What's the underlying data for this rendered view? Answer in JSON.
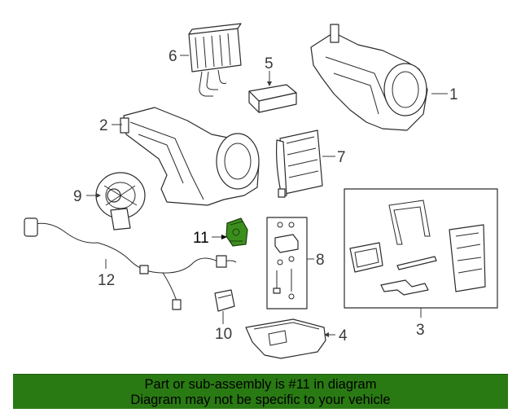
{
  "diagram": {
    "highlight_color": "#3a8f1c",
    "callouts": [
      {
        "id": "1",
        "label": "1"
      },
      {
        "id": "2",
        "label": "2"
      },
      {
        "id": "3",
        "label": "3"
      },
      {
        "id": "4",
        "label": "4"
      },
      {
        "id": "5",
        "label": "5"
      },
      {
        "id": "6",
        "label": "6"
      },
      {
        "id": "7",
        "label": "7"
      },
      {
        "id": "8",
        "label": "8"
      },
      {
        "id": "9",
        "label": "9"
      },
      {
        "id": "10",
        "label": "10"
      },
      {
        "id": "11",
        "label": "11",
        "highlighted": true
      },
      {
        "id": "12",
        "label": "12"
      }
    ]
  },
  "banner": {
    "background": "#2a7a14",
    "line1": "Part or sub-assembly is #11 in diagram",
    "line2": "Diagram may not be specific to your vehicle"
  }
}
